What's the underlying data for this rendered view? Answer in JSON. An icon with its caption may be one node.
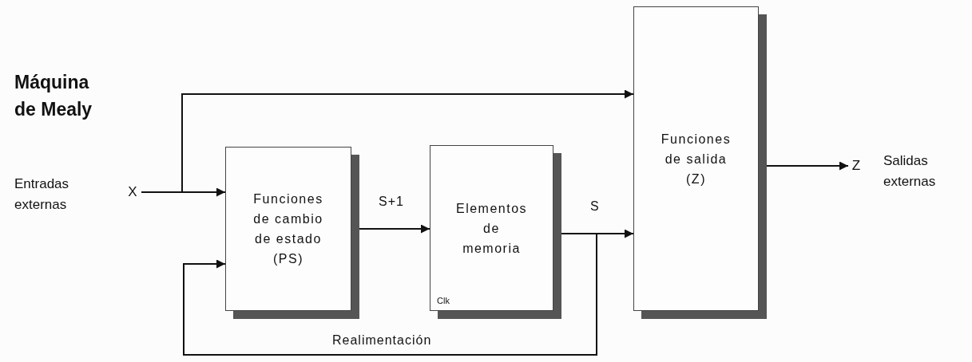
{
  "diagram": {
    "title": "Máquina de Mealy",
    "nodes": [
      {
        "text": [
          "X"
        ]
      },
      {
        "text": [
          "Funciones de cambio de estado (PS)"
        ]
      },
      {
        "text": [
          "Elementos de memoria",
          "Clk"
        ]
      },
      {
        "text": [
          "Funciones de salida (Z)"
        ]
      },
      {
        "text": [
          "Z"
        ],
        "beside": [
          "Salidas externas"
        ]
      }
    ],
    "edges": [
      {
        "from": 0,
        "to": 1,
        "arrow": "to"
      },
      {
        "from": 0,
        "to": 3,
        "arrow": "to"
      },
      {
        "from": 1,
        "to": 2,
        "arrow": "to",
        "label": "S+1"
      },
      {
        "from": 2,
        "to": 3,
        "arrow": "to",
        "label": "S"
      },
      {
        "from": 2,
        "to": 1,
        "arrow": "to",
        "label": "Realimentación"
      },
      {
        "from": 3,
        "to": 4,
        "arrow": "to"
      }
    ],
    "labels": [
      "Entradas externas"
    ]
  }
}
